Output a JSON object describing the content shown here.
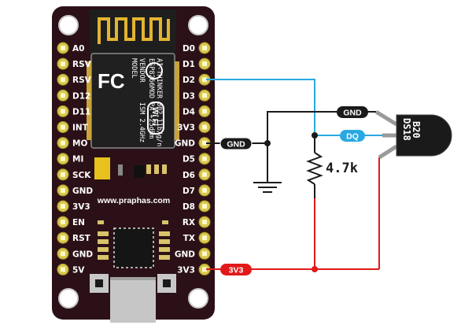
{
  "board": {
    "left_pins": [
      "A0",
      "RSV",
      "RSV",
      "D12",
      "D11",
      "INT",
      "MO",
      "MI",
      "SCK",
      "GND",
      "3V3",
      "EN",
      "RST",
      "GND",
      "5V"
    ],
    "right_pins": [
      "D0",
      "D1",
      "D2",
      "D3",
      "D4",
      "3V3",
      "GND",
      "D5",
      "D6",
      "D7",
      "D8",
      "RX",
      "TX",
      "GND",
      "3V3"
    ],
    "website": "www.praphas.com",
    "module": {
      "fcc_mark": "FC",
      "text_lines": [
        "MODEL",
        "VENDOR",
        "ESP8266MOD",
        "AI-THINKER",
        "ISM 2.4GHz",
        "PA +25dBm",
        "802.11b/g/n"
      ],
      "wifi_mark": "Wi Fi"
    }
  },
  "labels": {
    "gnd_left": "GND",
    "gnd_sensor": "GND",
    "dq": "DQ",
    "v33": "3V3",
    "resistor": "4.7k",
    "sensor": "DS18B20"
  },
  "colors": {
    "board": "#2b1117",
    "module_dark": "#1a1a1a",
    "antenna_gold": "#e3b431",
    "pin_gold": "#d8c84a",
    "wire_black": "#1a1a1a",
    "wire_blue": "#29a9e0",
    "wire_red": "#e11919",
    "wire_gray": "#9a9a9a"
  }
}
